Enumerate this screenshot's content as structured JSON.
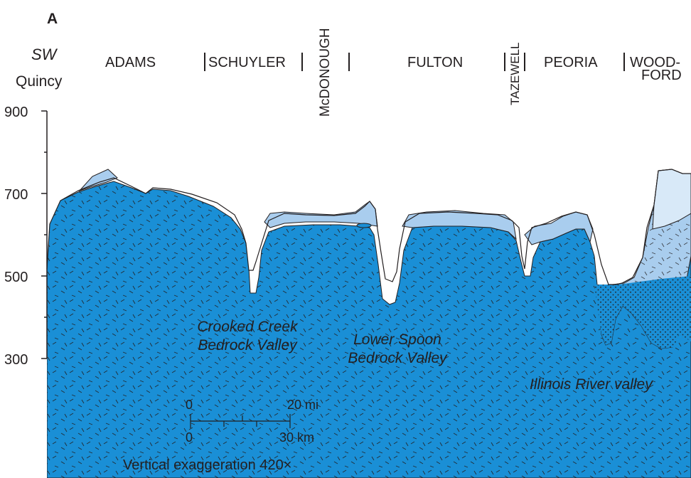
{
  "panel_label": "A",
  "direction": "SW",
  "town": "Quincy",
  "counties": {
    "adams": "ADAMS",
    "schuyler": "SCHUYLER",
    "mcdonough": "McDONOUGH",
    "fulton": "FULTON",
    "tazewell": "TAZEWELL",
    "peoria": "PEORIA",
    "woodford_1": "WOOD-",
    "woodford_2": "FORD"
  },
  "y_axis": {
    "ticks": [
      "900",
      "700",
      "500",
      "300"
    ]
  },
  "valleys": {
    "crooked_1": "Crooked Creek",
    "crooked_2": "Bedrock Valley",
    "spoon_1": "Lower Spoon",
    "spoon_2": "Bedrock Valley",
    "illinois": "Illinois River valley"
  },
  "scale": {
    "mi_start": "0",
    "mi_end": "20 mi",
    "km_start": "0",
    "km_end": "30 km"
  },
  "note": "Vertical exaggeration 420×",
  "colors": {
    "dark_blue": "#1a8fd6",
    "light_blue": "#a9cdee",
    "pale_blue": "#d8e9f8",
    "line": "#231f20"
  }
}
